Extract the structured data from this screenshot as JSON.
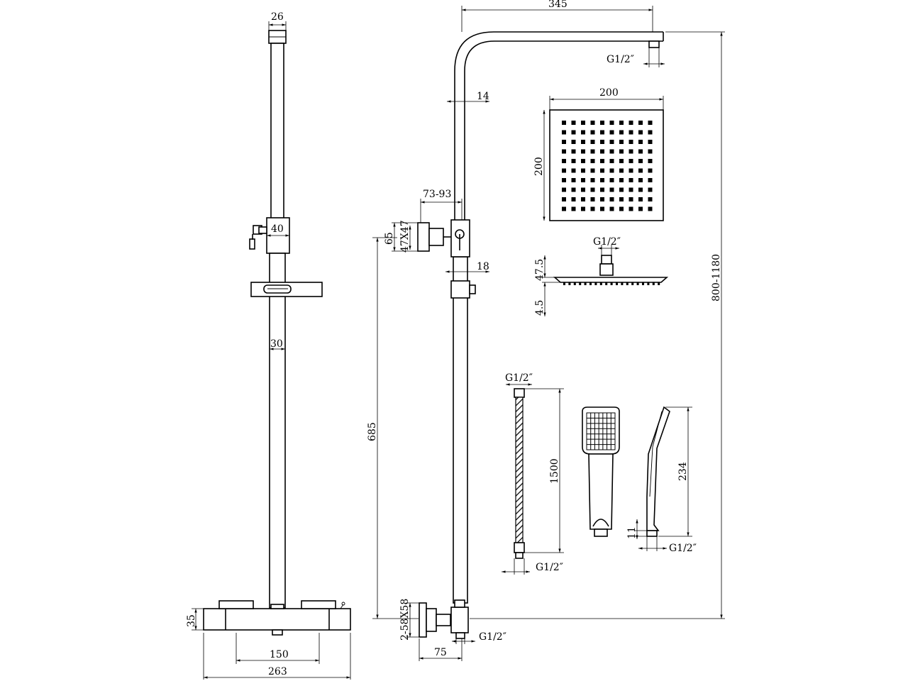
{
  "labels": {
    "d26": "26",
    "d40": "40",
    "d30": "30",
    "d35": "35",
    "d150": "150",
    "d263": "263",
    "d345": "345",
    "g12_arm": "G1/2″",
    "d14": "14",
    "d73_93": "73-93",
    "d65": "65",
    "d47x47": "47X47",
    "d18": "18",
    "d685": "685",
    "d2_58x58": "2-58X58",
    "d75": "75",
    "g12_valve": "G1/2″",
    "d200_w": "200",
    "d200_h": "200",
    "g12_head": "G1/2″",
    "d47_5": "47.5",
    "d4_5": "4.5",
    "d800_1180": "800-1180",
    "g12_hose_top": "G1/2″",
    "d1500": "1500",
    "g12_hose_bottom": "G1/2″",
    "d234": "234",
    "d11": "11",
    "g12_handset": "G1/2″"
  }
}
